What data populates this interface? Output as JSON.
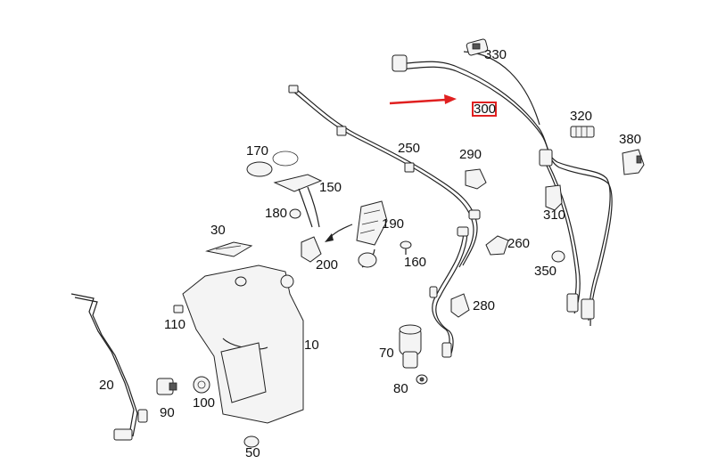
{
  "labels": {
    "l330": "330",
    "l300": "300",
    "l320": "320",
    "l380": "380",
    "l250": "250",
    "l290": "290",
    "l170": "170",
    "l150": "150",
    "l180": "180",
    "l190": "190",
    "l310": "310",
    "l30": "30",
    "l200": "200",
    "l160": "160",
    "l260": "260",
    "l350": "350",
    "l280": "280",
    "l110": "110",
    "l10": "10",
    "l70": "70",
    "l80": "80",
    "l20": "20",
    "l90": "90",
    "l100": "100",
    "l50": "50"
  },
  "colors": {
    "highlight": "#e02020",
    "ink": "#222222",
    "background": "#ffffff"
  }
}
